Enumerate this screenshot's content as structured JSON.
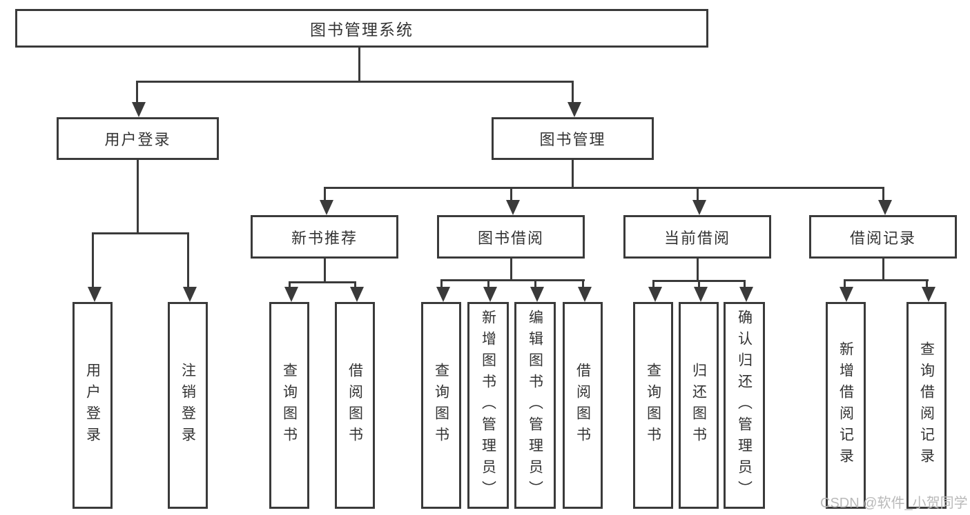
{
  "tree": {
    "label": "图书管理系统",
    "children": [
      {
        "label": "用户登录",
        "children": [
          {
            "label": "用户登录"
          },
          {
            "label": "注销登录"
          }
        ]
      },
      {
        "label": "图书管理",
        "children": [
          {
            "label": "新书推荐",
            "children": [
              {
                "label": "查询图书"
              },
              {
                "label": "借阅图书"
              }
            ]
          },
          {
            "label": "图书借阅",
            "children": [
              {
                "label": "查询图书"
              },
              {
                "label": "新增图书（管理员）"
              },
              {
                "label": "编辑图书（管理员）"
              },
              {
                "label": "借阅图书"
              }
            ]
          },
          {
            "label": "当前借阅",
            "children": [
              {
                "label": "查询图书"
              },
              {
                "label": "归还图书"
              },
              {
                "label": "确认归还（管理员）"
              }
            ]
          },
          {
            "label": "借阅记录",
            "children": [
              {
                "label": "新增借阅记录"
              },
              {
                "label": "查询借阅记录"
              }
            ]
          }
        ]
      }
    ]
  },
  "watermark": {
    "text": "CSDN @软件_小贺同学"
  },
  "colors": {
    "line": "#3a3a3a",
    "text": "#333333",
    "background": "#ffffff",
    "watermark_text": "#b9b9b9"
  }
}
